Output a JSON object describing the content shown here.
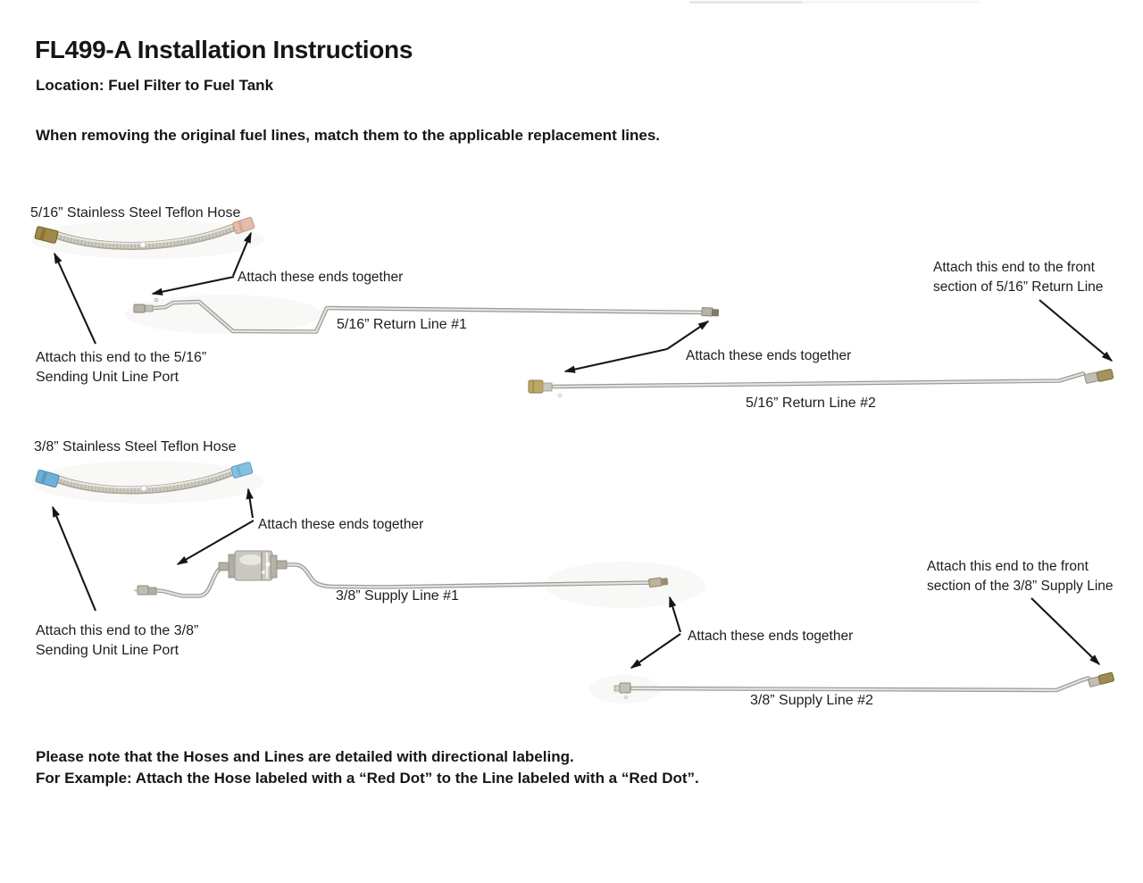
{
  "header": {
    "title": "FL499-A Installation Instructions",
    "location": "Location: Fuel Filter to Fuel Tank",
    "intro": "When removing the original fuel lines, match them to the applicable replacement lines."
  },
  "section_516": {
    "hose_label": "5/16” Stainless Steel Teflon Hose",
    "attach_hose_to_line1": "Attach these ends together",
    "sending_unit_line1": "Attach this end to the 5/16”",
    "sending_unit_line2": "Sending Unit Line Port",
    "line1_label": "5/16” Return Line #1",
    "attach_line1_to_line2": "Attach these ends together",
    "line2_label": "5/16” Return Line #2",
    "front_note_line1": "Attach this end to the front",
    "front_note_line2": "section of 5/16” Return Line"
  },
  "section_38": {
    "hose_label": "3/8” Stainless Steel Teflon Hose",
    "attach_hose_to_line1": "Attach these ends together",
    "sending_unit_line1": "Attach this end to the 3/8”",
    "sending_unit_line2": "Sending Unit Line Port",
    "line1_label": "3/8” Supply Line #1",
    "attach_line1_to_line2": "Attach these ends together",
    "line2_label": "3/8” Supply Line #2",
    "front_note_line1": "Attach this end to the front",
    "front_note_line2": "section of the 3/8” Supply Line"
  },
  "footer": {
    "note_line1": "Please note that the Hoses and Lines are detailed with directional labeling.",
    "note_line2": "For Example: Attach the Hose labeled with a “Red Dot” to the Line labeled with a “Red Dot”."
  }
}
